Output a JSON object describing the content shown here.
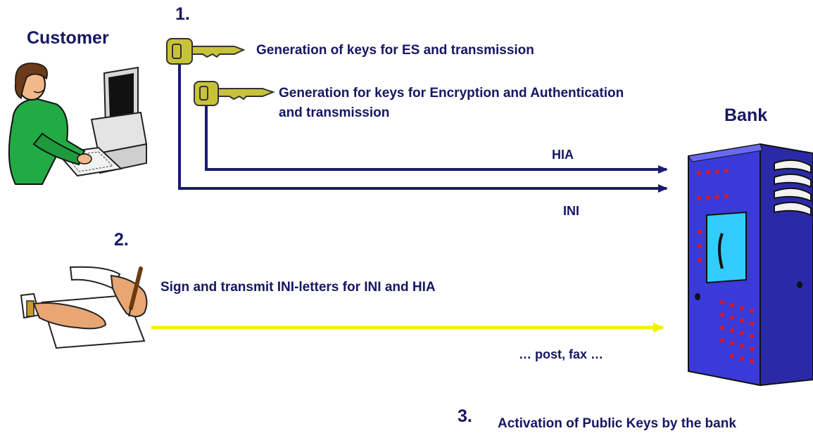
{
  "labels": {
    "customer": "Customer",
    "bank": "Bank"
  },
  "steps": {
    "step1": {
      "number": "1.",
      "key_es_text": "Generation of keys for ES and transmission",
      "key_enc_text_line1": "Generation for keys for Encryption and Authentication",
      "key_enc_text_line2": "and transmission",
      "hia_label": "HIA",
      "ini_label": "INI"
    },
    "step2": {
      "number": "2.",
      "text": "Sign and transmit INI-letters for INI and HIA",
      "channel_label": "… post, fax …"
    },
    "step3": {
      "number": "3.",
      "text": "Activation of Public Keys by the bank"
    }
  },
  "colors": {
    "text": "#161664",
    "arrow_navy": "#1a1a70",
    "arrow_yellow": "#f2f200",
    "key_gold": "#c8c23a",
    "server_blue": "#3a3ad8",
    "screen_cyan": "#33ccff",
    "led_red": "#e01818"
  },
  "icons": [
    "customer-computer-icon",
    "key-icon",
    "signing-hand-icon",
    "bank-server-icon"
  ]
}
